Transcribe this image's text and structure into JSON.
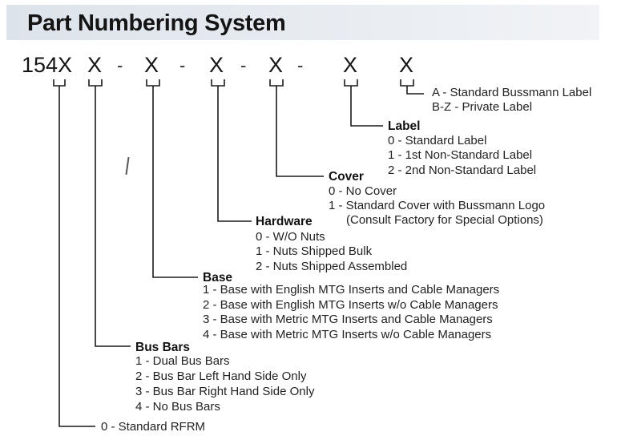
{
  "title": "Part Numbering System",
  "part_number": {
    "prefix": "154X",
    "x": "X",
    "sep": "-"
  },
  "sections": {
    "suffix": {
      "items": [
        "A - Standard Bussmann Label",
        "B-Z - Private Label"
      ]
    },
    "label": {
      "heading": "Label",
      "items": [
        "0 - Standard Label",
        "1 - 1st Non-Standard Label",
        "2 - 2nd Non-Standard Label"
      ]
    },
    "cover": {
      "heading": "Cover",
      "items": [
        "0 - No Cover",
        "1 - Standard Cover with Bussmann Logo",
        "(Consult Factory for Special Options)"
      ]
    },
    "hardware": {
      "heading": "Hardware",
      "items": [
        "0 - W/O Nuts",
        "1 - Nuts Shipped Bulk",
        "2 - Nuts Shipped Assembled"
      ]
    },
    "base": {
      "heading": "Base",
      "items": [
        "1 - Base with English MTG Inserts and Cable Managers",
        "2 - Base with English MTG Inserts w/o Cable Managers",
        "3 - Base with Metric MTG Inserts and Cable Managers",
        "4 - Base with Metric MTG Inserts w/o Cable Managers"
      ]
    },
    "busbars": {
      "heading": "Bus Bars",
      "items": [
        "1 - Dual Bus Bars",
        "2 - Bus Bar Left Hand Side Only",
        "3 - Bus Bar Right Hand Side Only",
        "4 - No Bus Bars"
      ]
    },
    "prefix": {
      "items": [
        "0 - Standard RFRM"
      ]
    }
  }
}
